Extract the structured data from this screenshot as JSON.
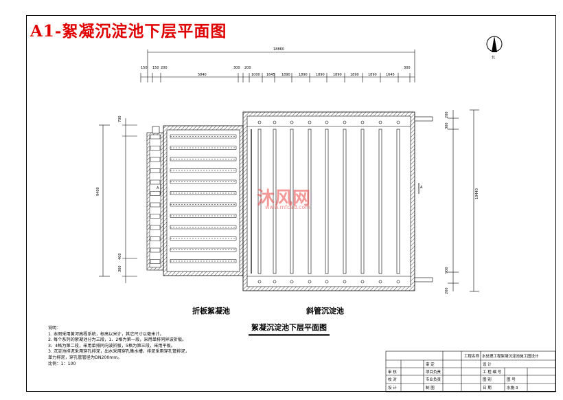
{
  "title": "A1-絮凝沉淀池下层平面图",
  "labels": {
    "flocculation": "折板絮凝池",
    "sedimentation": "斜管沉淀池",
    "plan_title": "絮凝沉淀池下层平面图",
    "north": "北",
    "section_a": "A"
  },
  "dimensions": {
    "total_width": "18860",
    "total_height_left": "9400",
    "total_height_right": "10440",
    "top_segments": [
      "150",
      "150",
      "200",
      "5840",
      "300",
      "200",
      "1000",
      "1645",
      "1890",
      "1890",
      "1890",
      "1890",
      "1890",
      "1890",
      "1645",
      "300"
    ],
    "left_side": [
      "700",
      "400",
      "300"
    ],
    "right_side": [
      "200",
      "300",
      "900",
      "200"
    ]
  },
  "notes": {
    "heading": "说明：",
    "lines": [
      "1. 本图采用黄河高程系统，标高以米计，其它尺寸以毫米计。",
      "2. 每个系列的絮凝池分为三段，1、2格为第一段，采用单排同异波折板。",
      "   3、4格为第二段，采用单排同向波折板，5格为第三段，采用平板。",
      "3. 沉淀池排泥采用穿孔排泥，出水采用穿孔集水槽，排泥采用穿孔管排泥，",
      "   单力排泥，穿孔管管径为DN200mm。",
      "比例：1：100"
    ]
  },
  "watermark": {
    "brand": "沐风网",
    "url": "www.mfcad.com"
  },
  "title_block": {
    "company": "工程名称",
    "project": "水处理工程絮凝沉淀池施工图设计",
    "rows": [
      [
        "",
        "",
        "审 定",
        "",
        "设 计",
        ""
      ],
      [
        "审 核",
        "",
        "项目负责",
        "",
        "工 程 编 号",
        ""
      ],
      [
        "校 对",
        "",
        "专业负责",
        "",
        "图 别",
        "图 号"
      ],
      [
        "设 计",
        "",
        "制 图",
        "",
        "日 期",
        "水施-3"
      ]
    ]
  }
}
